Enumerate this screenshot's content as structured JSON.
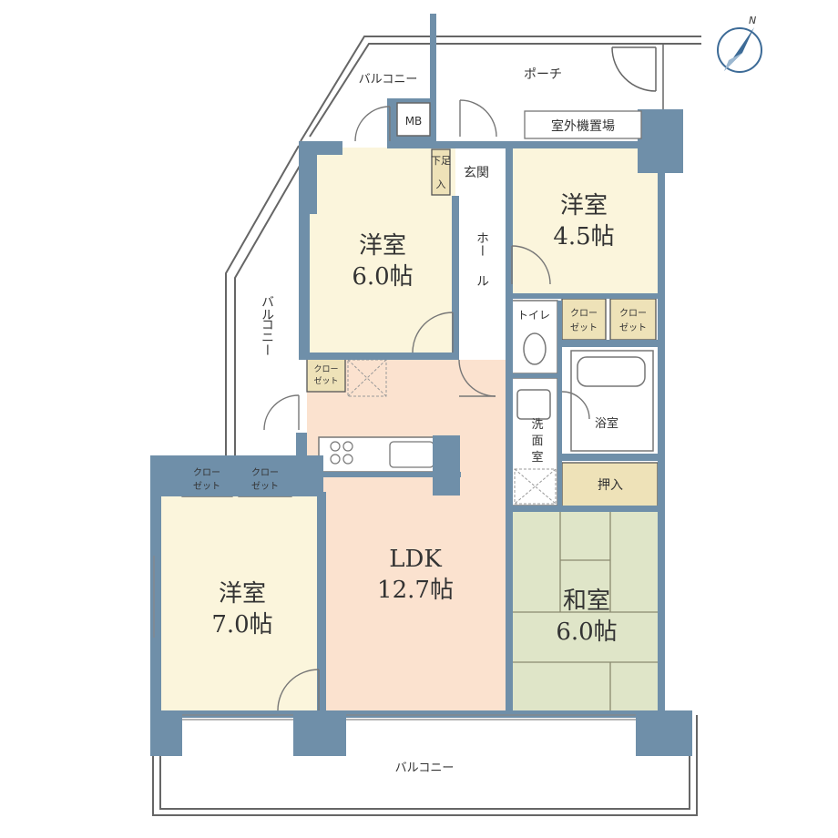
{
  "colors": {
    "wall": "#6f8fa9",
    "western_room": "#fbf5dc",
    "ldk": "#fbe2cf",
    "japanese_room": "#dfe5c8",
    "closet": "#eee2b8",
    "wet_area": "#ffffff",
    "outline": "#555555"
  },
  "compass": {
    "north_label": "N"
  },
  "rooms": {
    "western_6": {
      "name": "洋室",
      "size": "6.0帖"
    },
    "western_45": {
      "name": "洋室",
      "size": "4.5帖"
    },
    "western_7": {
      "name": "洋室",
      "size": "7.0帖"
    },
    "ldk": {
      "name": "LDK",
      "size": "12.7帖"
    },
    "japanese": {
      "name": "和室",
      "size": "6.0帖"
    }
  },
  "labels": {
    "balcony_top": "バルコニー",
    "porch": "ポーチ",
    "mb": "MB",
    "outdoor_unit": "室外機置場",
    "shoe_line1": "下足",
    "shoe_line2": "入",
    "entrance": "玄関",
    "hall_line1": "ホー",
    "hall_line2": "ル",
    "balcony_left_line1": "バル",
    "balcony_left_line2": "コニー",
    "toilet": "トイレ",
    "bath": "浴室",
    "washroom_line1": "洗",
    "washroom_line2": "面",
    "washroom_line3": "室",
    "oshiire": "押入",
    "closet_line1": "クロー",
    "closet_line2": "ゼット",
    "balcony_bottom": "バルコニー"
  }
}
